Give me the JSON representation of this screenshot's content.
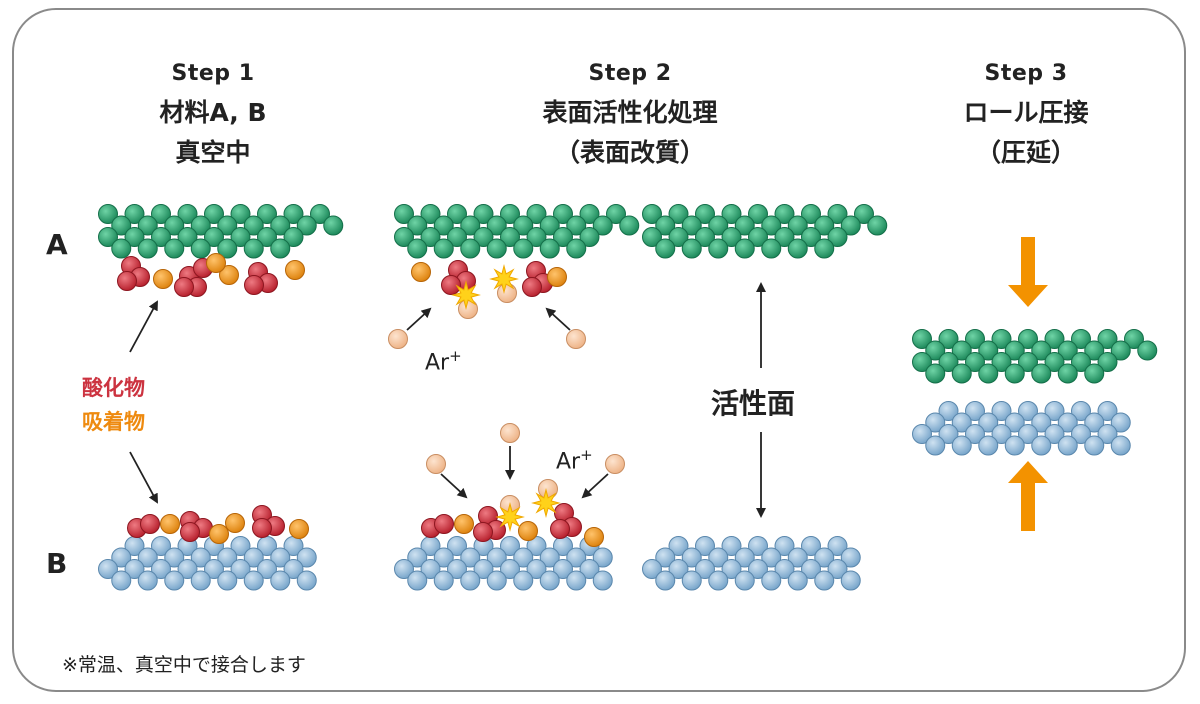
{
  "steps": [
    {
      "title": "Step 1",
      "lines": [
        "材料A, B",
        "真空中"
      ]
    },
    {
      "title": "Step 2",
      "lines": [
        "表面活性化処理",
        "（表面改質）"
      ]
    },
    {
      "title": "Step 3",
      "lines": [
        "ロール圧接",
        "（圧延）"
      ]
    }
  ],
  "labels": {
    "a": "A",
    "b": "B"
  },
  "legend": {
    "oxide": "酸化物",
    "adsorbate": "吸着物"
  },
  "ar_label": {
    "prefix": "Ar",
    "sup": "+"
  },
  "active_surface": "活性面",
  "footnote": "※常温、真空中で接合します",
  "colors": {
    "material_a": "#2aa06e",
    "material_b": "#8fb8d8",
    "oxide": "#cc3340",
    "adsorbate": "#f09a28",
    "ar_ion": "#f7c9a4",
    "spark": "#ffd21a",
    "press_arrow": "#f39200",
    "legend_oxide_text": "#cc3340",
    "legend_adsorbate_text": "#ee8a0f"
  }
}
